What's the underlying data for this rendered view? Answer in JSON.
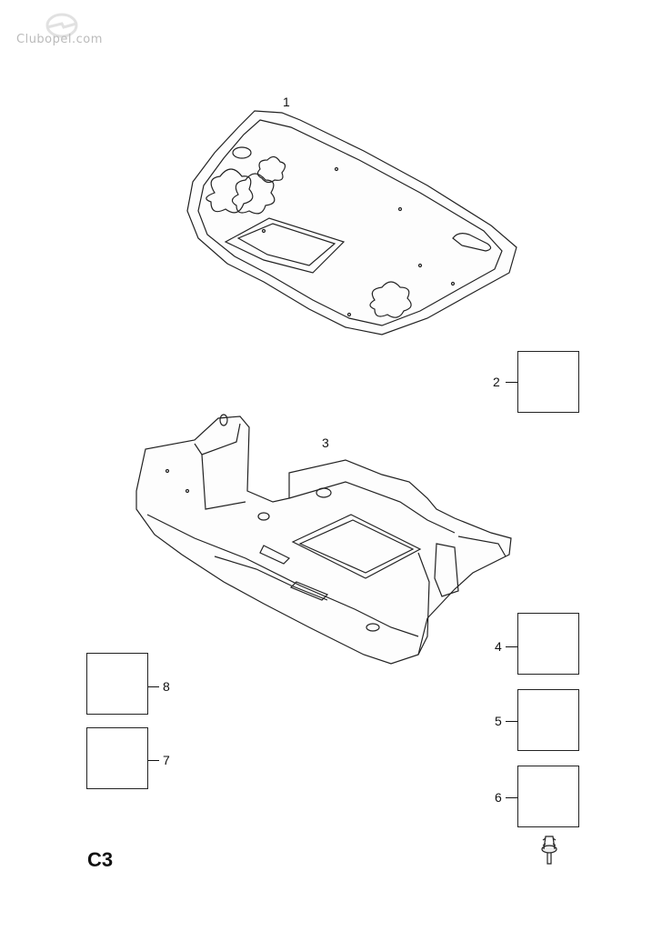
{
  "watermark": {
    "text": "Clubopel.com"
  },
  "diagram_code": "C3",
  "callouts": {
    "p1": "1",
    "p2": "2",
    "p3": "3",
    "p4": "4",
    "p5": "5",
    "p6": "6",
    "p7": "7",
    "p8": "8"
  },
  "icons": {
    "watermark": "opel-logo-icon",
    "p1": "hood-insulation-pad-icon",
    "p2": "retaining-clip-icon",
    "p3": "underbody-shield-icon",
    "p4": "screw-with-washer-icon",
    "p5": "spring-nut-icon",
    "p6": "washer-icon",
    "p7": "plastic-clip-icon",
    "p8": "expansion-rivet-icon"
  }
}
